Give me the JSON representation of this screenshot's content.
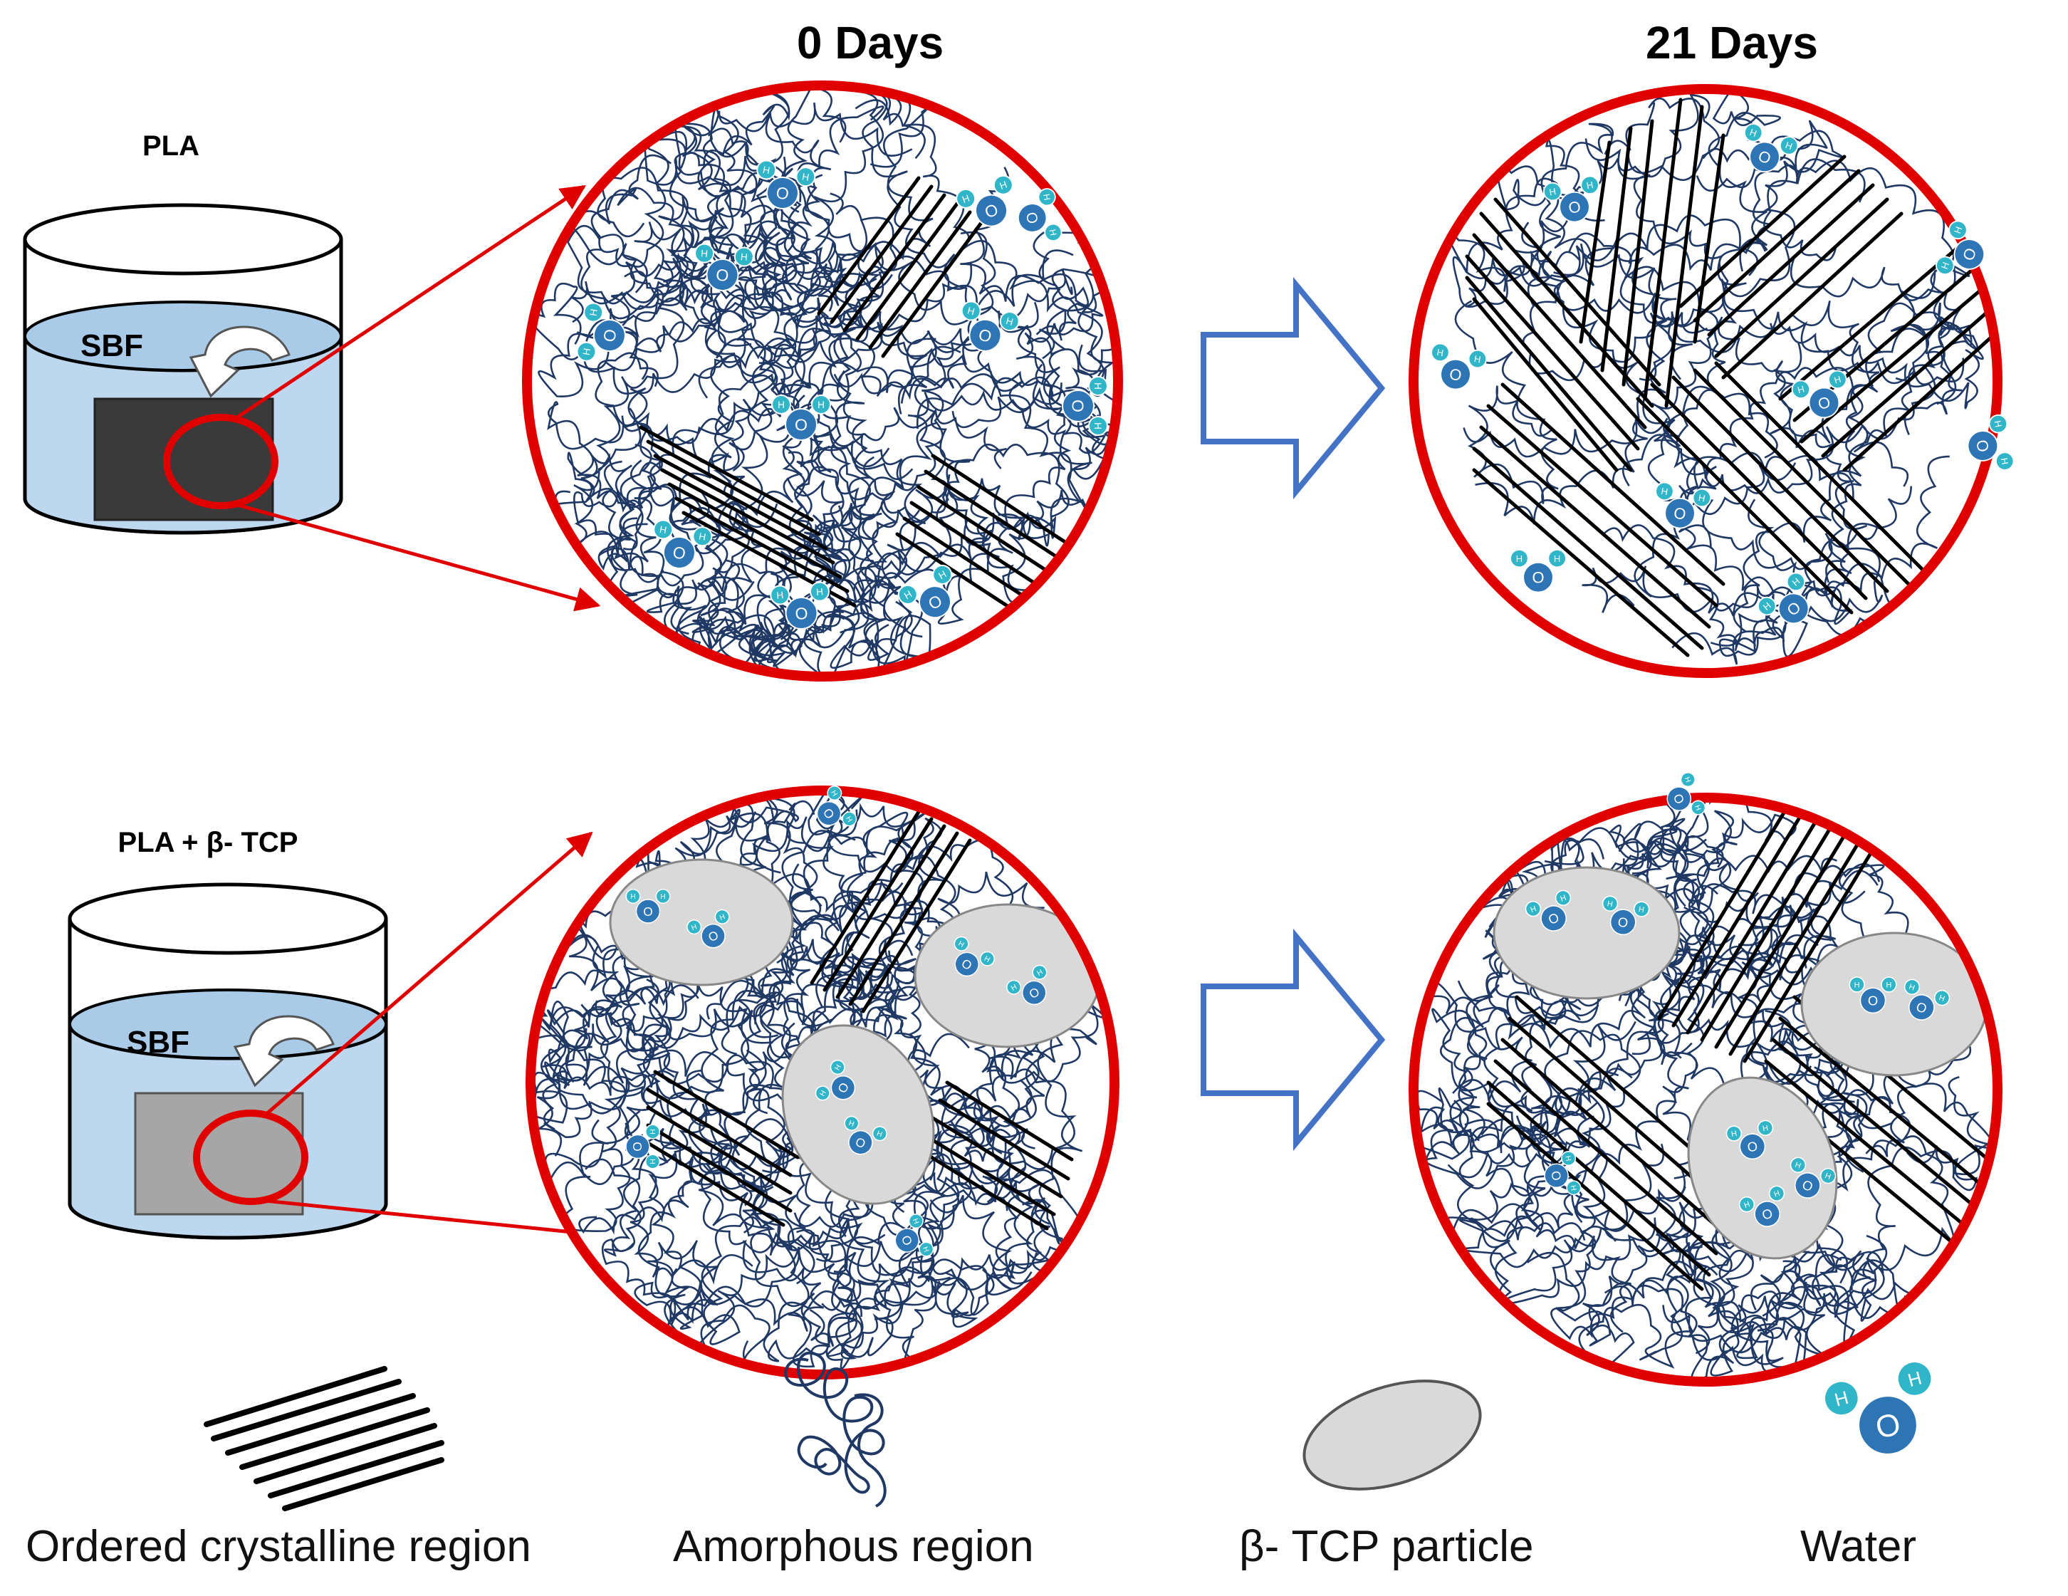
{
  "headers": {
    "day0": "0 Days",
    "day21": "21 Days"
  },
  "samples": {
    "top": {
      "label": "PLA",
      "medium": "SBF"
    },
    "bottom": {
      "label": "PLA + β- TCP",
      "medium": "SBF"
    }
  },
  "molecule": {
    "oxygen": "O",
    "hydrogen": "H"
  },
  "legend": {
    "crystalline": "Ordered crystalline region",
    "amorphous": "Amorphous region",
    "tcp": "β- TCP particle",
    "water": "Water"
  },
  "colors": {
    "magnify": "#e00000",
    "arrow": "#4472c4",
    "sbf_liquid": "#bdd7ee",
    "pla_sample": "#3a3a3a",
    "tcp_sample": "#a6a6a6",
    "tcp_particle": "#d9d9d9",
    "chain": "#1f3864",
    "oxygen": "#2e75b6",
    "hydrogen": "#31b6c9"
  }
}
